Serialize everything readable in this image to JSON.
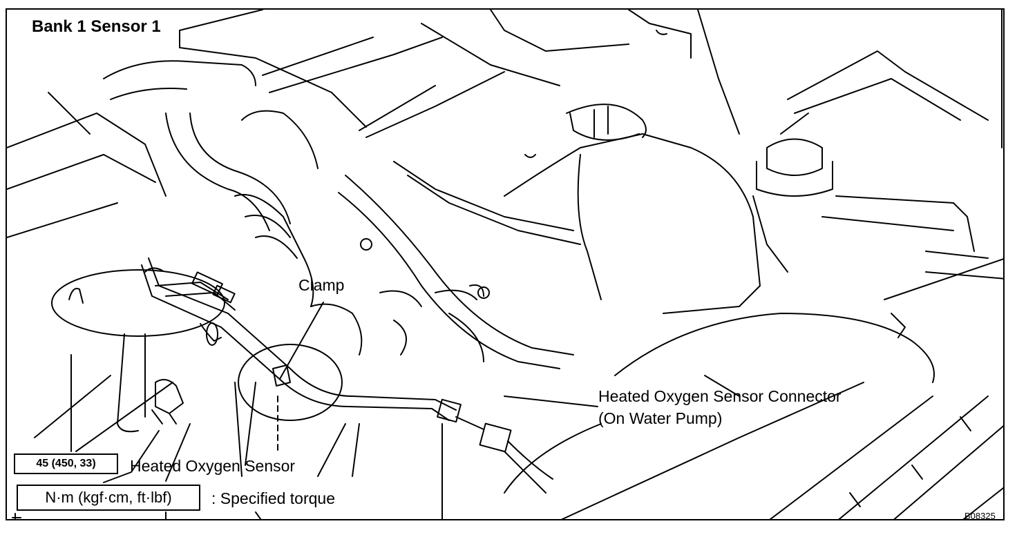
{
  "title": "Bank 1 Sensor 1",
  "labels": {
    "clamp": "Clamp",
    "connector_line1": "Heated Oxygen Sensor Connector",
    "connector_line2": "(On Water Pump)",
    "sensor": "Heated Oxygen Sensor",
    "specified_torque": ": Specified torque"
  },
  "torque_box": "45 (450, 33)",
  "unit_box": "N·m (kgf·cm, ft·lbf)",
  "figure_code": "B08325"
}
